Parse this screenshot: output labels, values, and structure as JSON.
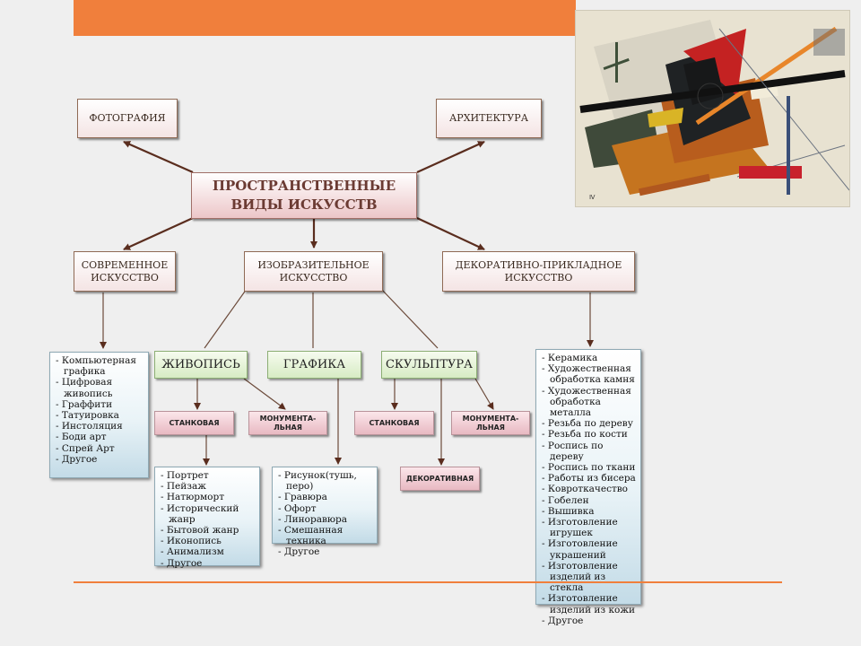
{
  "title": "ПРОСТРАНСТВЕННЫЕ\nВИДЫ ИСКУССТВ",
  "top_nodes": {
    "photography": "ФОТОГРАФИЯ",
    "architecture": "АРХИТЕКТУРА"
  },
  "branches": {
    "modern": "СОВРЕМЕННОЕ\nИСКУССТВО",
    "fine": "ИЗОБРАЗИТЕЛЬНОЕ\nИСКУССТВО",
    "decorative": "ДЕКОРАТИВНО-ПРИКЛАДНОЕ\nИСКУССТВО"
  },
  "fine_arts": {
    "painting": "ЖИВОПИСЬ",
    "graphics": "ГРАФИКА",
    "sculpture": "СКУЛЬПТУРА"
  },
  "subtypes": {
    "painting_easel": "СТАНКОВАЯ",
    "painting_monumental": "МОНУМЕНТА-\nЛЬНАЯ",
    "sculpture_easel": "СТАНКОВАЯ",
    "sculpture_monumental": "МОНУМЕНТА-\nЛЬНАЯ",
    "sculpture_decorative": "ДЕКОРАТИВНАЯ"
  },
  "lists": {
    "modern": [
      "Компьютерная графика",
      "Цифровая живопись",
      "Граффити",
      "Татуировка",
      "Инстоляция",
      "Боди арт",
      "Спрей Арт",
      "Другое"
    ],
    "painting_genres": [
      "Портрет",
      "Пейзаж",
      "Натюрморт",
      "Исторический жанр",
      "Бытовой жанр",
      "Иконопись",
      "Анимализм",
      "Другое"
    ],
    "graphics": [
      "Рисунок(тушь, перо)",
      "Гравюра",
      "Офорт",
      "Линоравюра",
      "Смешанная техника",
      "Другое"
    ],
    "decorative": [
      "Керамика",
      "Художественная обработка камня",
      "Художественная обработка металла",
      "Резьба по дереву",
      "Резьба по кости",
      "Роспись по дереву",
      "Роспись по ткани",
      "Работы из бисера",
      "Ковроткачество",
      "Гобелен",
      "Вышивка",
      "Изготовление игрушек",
      "Изготовление украшений",
      "Изготовление изделий из стекла",
      "Изготовление изделий из кожи",
      "Другое"
    ]
  },
  "colors": {
    "accent_orange": "#f07f3c",
    "connector": "#5a2d1e"
  },
  "painting_image": "suprematist abstract painting"
}
